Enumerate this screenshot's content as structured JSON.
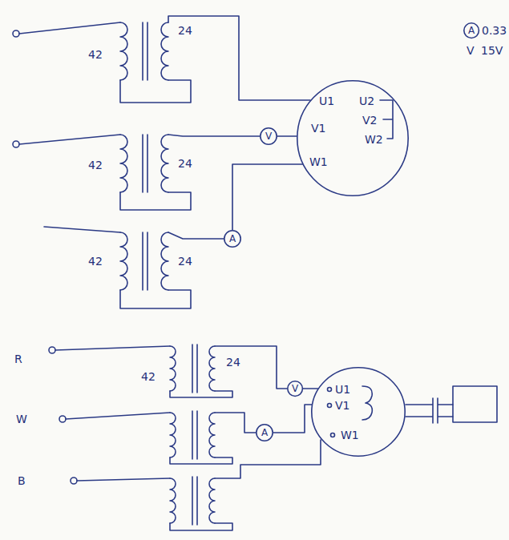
{
  "diagram": {
    "nodes": [
      {
        "text": [
          "A"
        ]
      },
      {
        "text": [
          "U1",
          "V1",
          "W1",
          "U2",
          "V2",
          "W2"
        ]
      },
      {
        "text": [
          "V"
        ]
      },
      {
        "text": [
          "A"
        ]
      },
      {
        "text": [
          "U1",
          "V1",
          "W1"
        ]
      },
      {
        "text": [
          "V"
        ]
      },
      {
        "text": [
          "A"
        ]
      }
    ],
    "edges": [
      {
        "from": 2,
        "to": 1,
        "arrow": "none"
      },
      {
        "from": 3,
        "to": 1,
        "arrow": "none"
      },
      {
        "from": 5,
        "to": 4,
        "arrow": "none"
      },
      {
        "from": 6,
        "to": 4,
        "arrow": "none"
      }
    ],
    "labels": [
      "0.33",
      "V",
      "15V",
      "42",
      "24",
      "42",
      "24",
      "42",
      "24",
      "R",
      "42",
      "24",
      "W",
      "B"
    ]
  }
}
